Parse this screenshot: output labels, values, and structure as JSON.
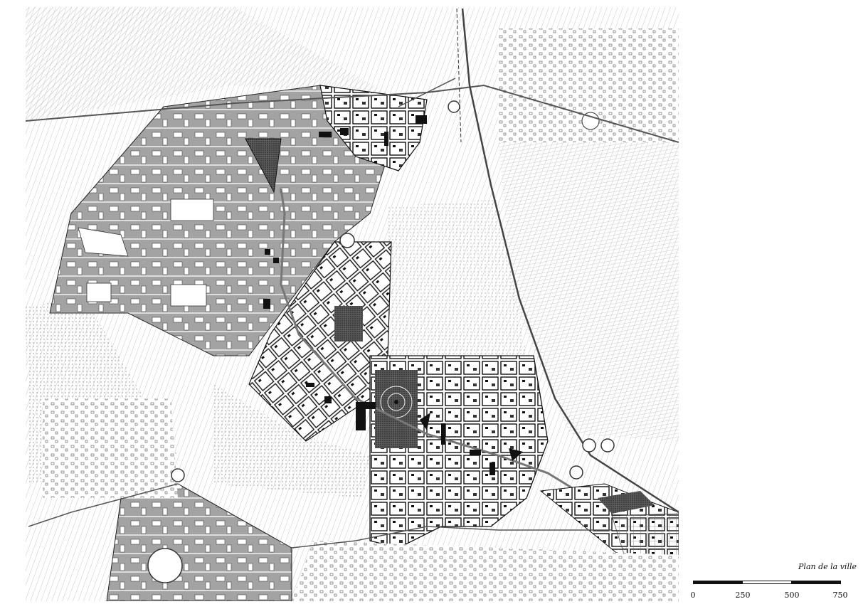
{
  "map": {
    "caption": "Plan de la ville",
    "scale_ticks": [
      "0",
      "250",
      "500",
      "750"
    ],
    "colors": {
      "background": "#ffffff",
      "hatch": "#b8b8b8",
      "urban_grey": "#9d9d9d",
      "block_fill": "#ffffff",
      "line": "#222222",
      "park_dark": "#3a3a3a",
      "building": "#111111"
    }
  }
}
